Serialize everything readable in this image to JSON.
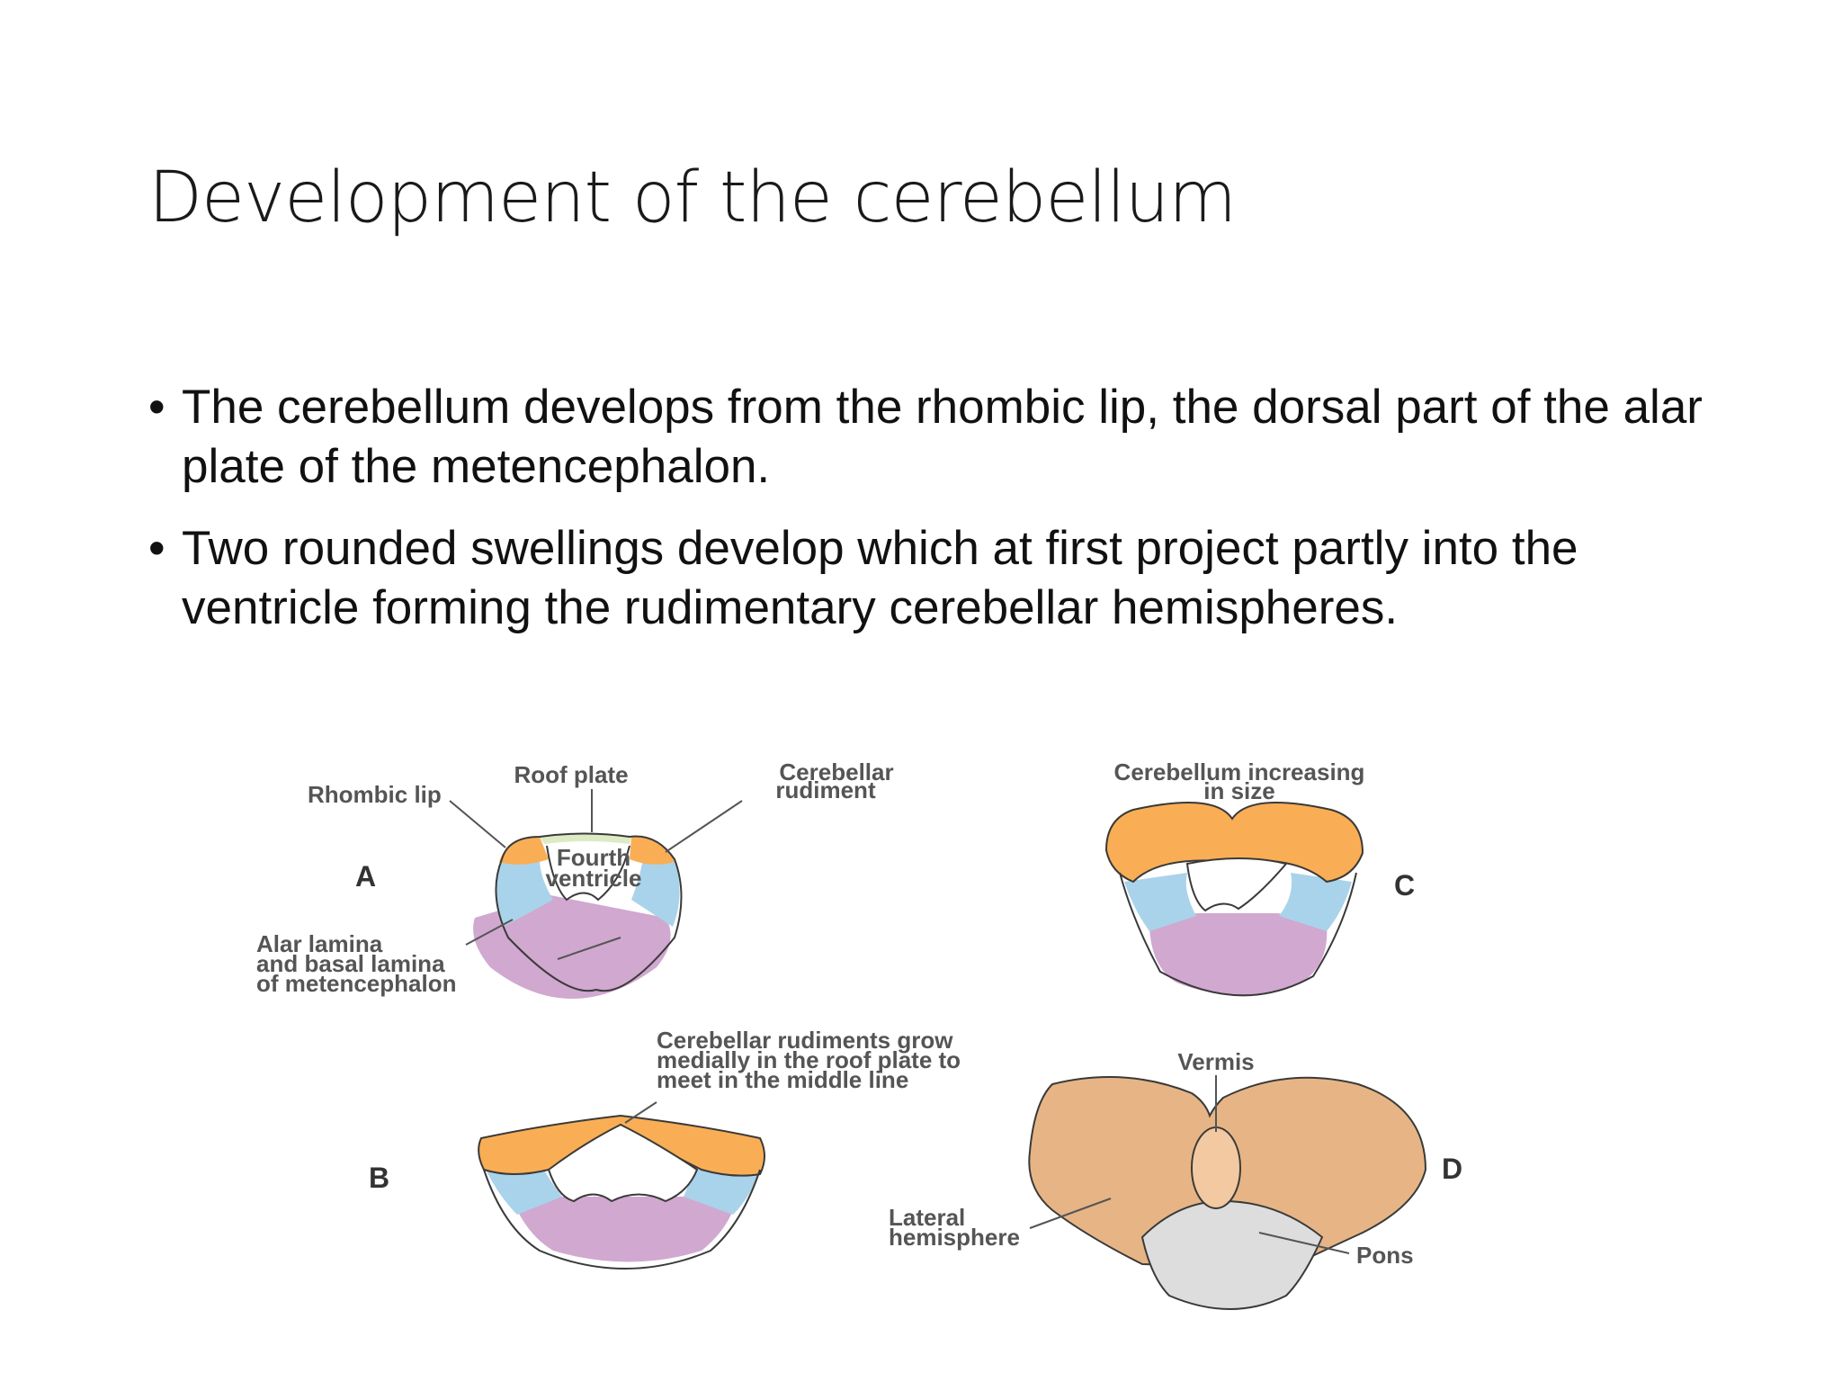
{
  "slide": {
    "title": "Development of the cerebellum",
    "bullets": [
      "The cerebellum develops from the rhombic lip, the dorsal part of the alar plate of the metencephalon.",
      "Two rounded swellings develop which at first project partly into the ventricle forming the rudimentary cerebellar hemispheres."
    ]
  },
  "figure": {
    "panel_a": {
      "letter": "A",
      "rhombic_lip": "Rhombic lip",
      "roof_plate": "Roof plate",
      "cerebellar_rudiment": [
        "Cerebellar",
        "rudiment"
      ],
      "fourth_ventricle": [
        "Fourth",
        "ventricle"
      ],
      "alar_basal": [
        "Alar lamina",
        "and basal lamina",
        "of metencephalon"
      ]
    },
    "panel_b": {
      "letter": "B",
      "grow_note": [
        "Cerebellar rudiments grow",
        "medially in the roof plate to",
        "meet in the middle line"
      ]
    },
    "panel_c": {
      "letter": "C",
      "increasing": [
        "Cerebellum increasing",
        "in size"
      ]
    },
    "panel_d": {
      "letter": "D",
      "vermis": "Vermis",
      "lateral_hemisphere": [
        "Lateral",
        "hemisphere"
      ],
      "pons": "Pons"
    },
    "colors": {
      "rudiment_orange": "#F9AE55",
      "alar_blue": "#A9D3EA",
      "basal_purple": "#D1A8CF",
      "roof_green": "#DDEBC5",
      "hemisphere_tan": "#E7B585",
      "pons_gray": "#DDDDDD",
      "outline": "#3a3a3a"
    }
  }
}
